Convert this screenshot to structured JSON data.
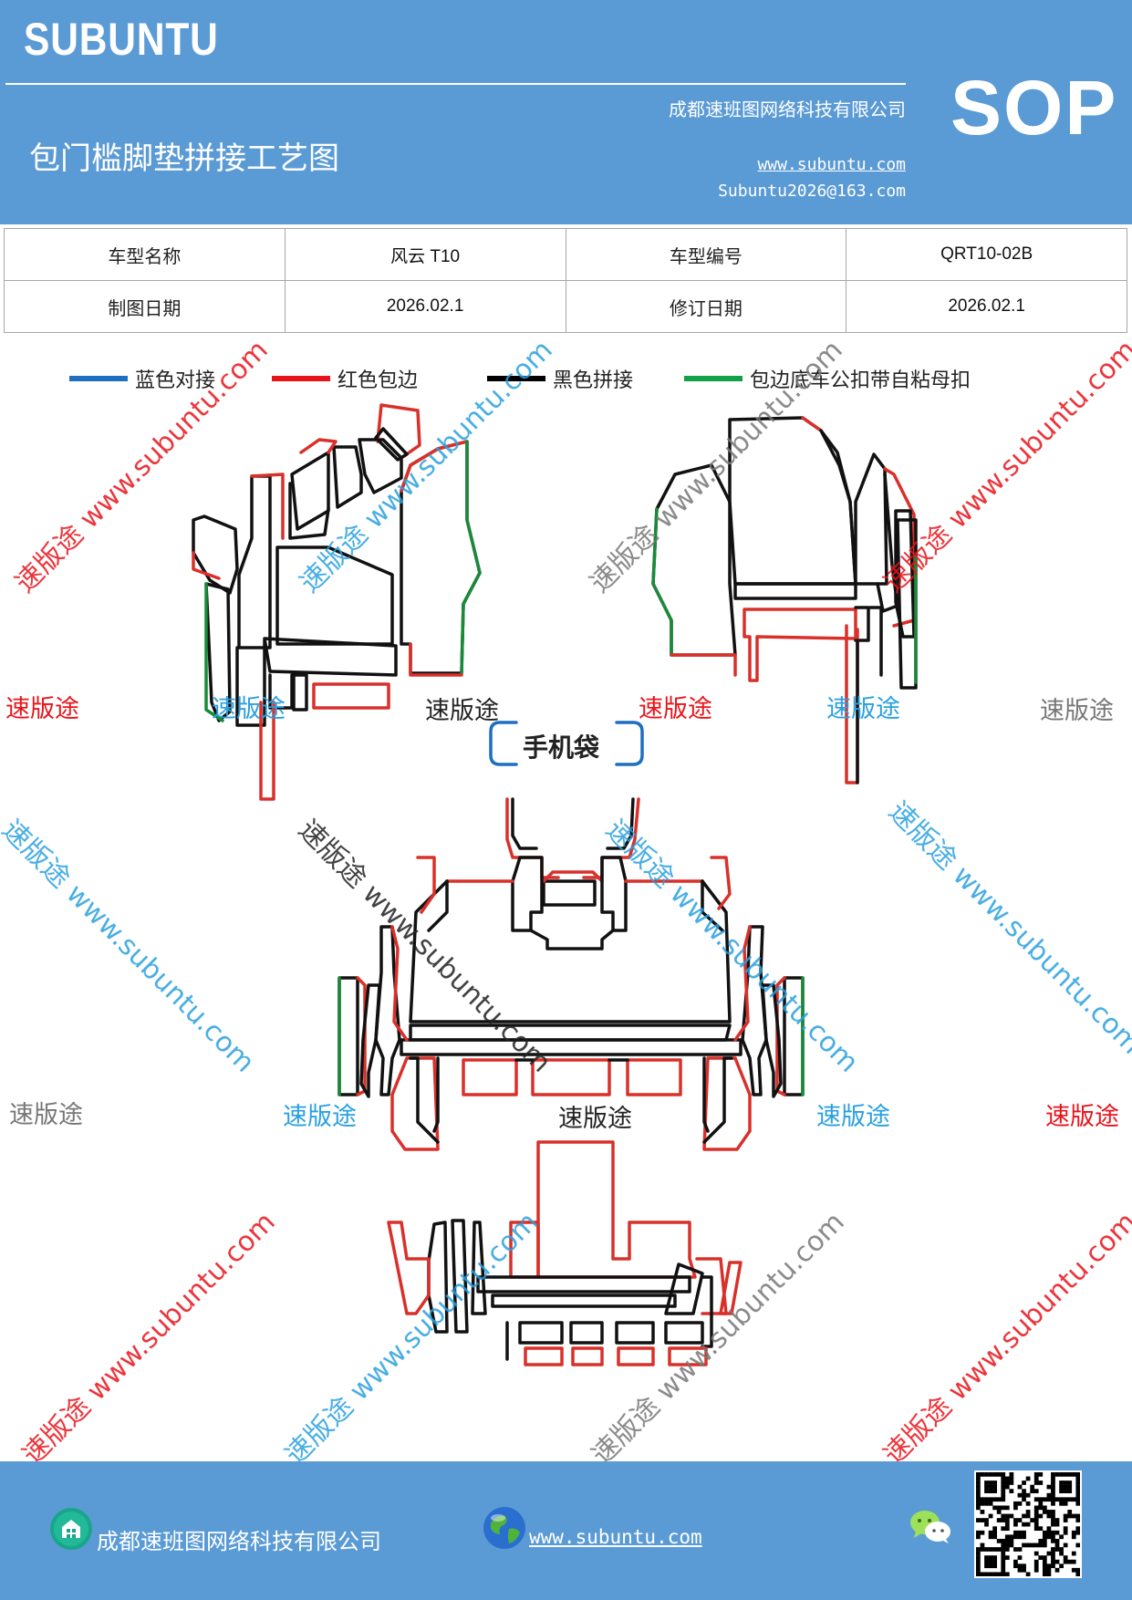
{
  "header": {
    "brand": "SUBUNTU",
    "company": "成都速班图网络科技有限公司",
    "title": "包门槛脚垫拼接工艺图",
    "url": "www.subuntu.com",
    "email": "Subuntu2026@163.com",
    "badge": "SOP"
  },
  "info_table": {
    "rows": [
      {
        "label1": "车型名称",
        "value1": "风云 T10",
        "label2": "车型编号",
        "value2": "QRT10-02B"
      },
      {
        "label1": "制图日期",
        "value1": "2026.02.1",
        "label2": "修订日期",
        "value2": "2026.02.1"
      }
    ]
  },
  "legend": [
    {
      "label": "蓝色对接",
      "color": "#1f6fc0"
    },
    {
      "label": "红色包边",
      "color": "#e8141b"
    },
    {
      "label": "黑色拼接",
      "color": "#000000"
    },
    {
      "label": "包边底车公扣带自粘母扣",
      "color": "#10a14a"
    }
  ],
  "diagram": {
    "phone_bag_label": "手机袋",
    "watermark_text": "速版途 www.subuntu.com",
    "watermark_short": "速版途",
    "colors": {
      "blue": "#1f6fc0",
      "red": "#d9302a",
      "black": "#111111",
      "green": "#1a8a3a",
      "wm_red": "#e8141b",
      "wm_blue": "#2aa0e0",
      "wm_gray": "#777777"
    }
  },
  "footer": {
    "company": "成都速班图网络科技有限公司",
    "url": "www.subuntu.com",
    "icons": [
      "company-icon",
      "globe-icon",
      "wechat-icon",
      "qr-code"
    ]
  }
}
